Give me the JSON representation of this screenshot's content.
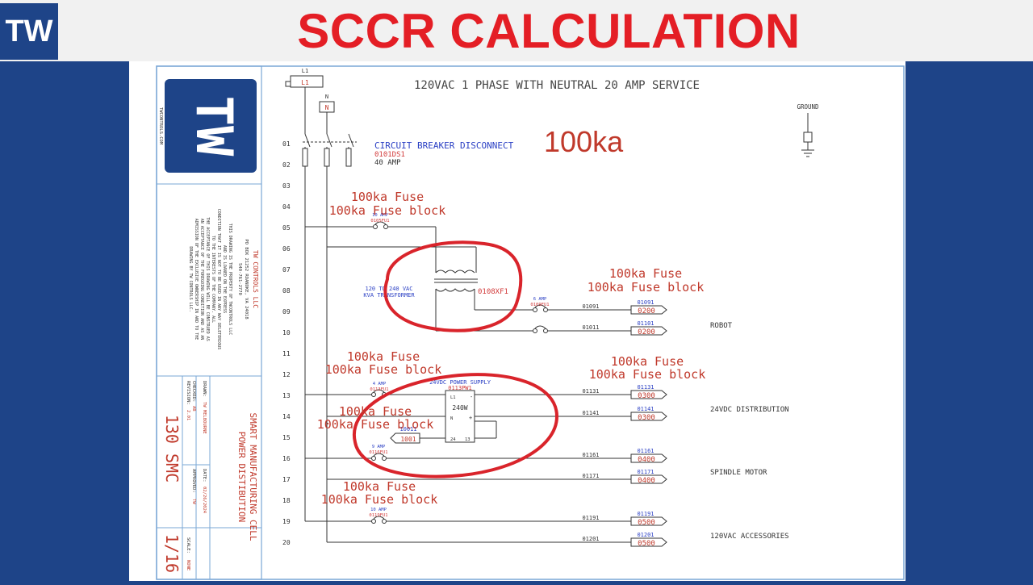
{
  "header": {
    "logo": "TW",
    "title": "SCCR CALCULATION"
  },
  "titleblock": {
    "logo_text": "TW",
    "website": "TWCONTROLS.COM",
    "company": "TW CONTROLS LLC",
    "address": "PO BOX 21252 ROANOKE, VA 24018",
    "phone": "540-761-2770",
    "disclaimer": [
      "THIS DRAWING IS THE PROPERTY OF TWCONTROLS LLC",
      "AND IS LOANED ON THE EXPRESS",
      "CONDITION THAT IT IS NOT TO BE USED IN ANY WAY DELETERIOUS",
      "TO THE INTERESTS OF THE COMPANY. ALL",
      "THE ACCEPTANCE OF THIS DRAWING WILL BE CONSTRUED AS",
      "AN ACCEPTANCE OF THE FOREGOING CONDITION AND AS AN",
      "ADMISSION OF THE EXCLUSIVE OWNERSHIP IN AND TO THE",
      "DRAWING BY TW CONTROLS LLC."
    ],
    "project_line1": "SMART MANUFACTURING CELL",
    "project_line2": "POWER DISTIBUTION",
    "drawn_label": "DRAWN:",
    "drawn_value": "TW MELBOURNE",
    "checked_label": "CHECKED:",
    "checked_value": "AB",
    "revision_label": "REVISION:",
    "revision_value": "2.01",
    "date_label": "DATE:",
    "date_value": "02/26/2024",
    "approved_label": "APPROVED:",
    "approved_value": "TW",
    "scale_label": "SCALE:",
    "scale_value": "NONE",
    "drawing_no": "130 SMC",
    "sheet_no": "1/16"
  },
  "schematic": {
    "title": "120VAC 1 PHASE WITH NEUTRAL 20 AMP SERVICE",
    "ground_label": "GROUND",
    "l1_top": "L1",
    "l1_box": "L1",
    "n_top": "N",
    "n_box": "N",
    "line_numbers": [
      "01",
      "02",
      "03",
      "04",
      "05",
      "06",
      "07",
      "08",
      "09",
      "10",
      "11",
      "12",
      "13",
      "14",
      "15",
      "16",
      "17",
      "18",
      "19",
      "20"
    ],
    "disconnect_label": "CIRCUIT BREAKER DISCONNECT",
    "disconnect_tag": "0101DS1",
    "disconnect_rating": "40 AMP",
    "disconnect_sccr": "100ka",
    "transformer_label1": "120 TO 240 VAC",
    "transformer_label2": "KVA TRANSFORMER",
    "transformer_tag": "0108XF1",
    "power_supply_label": "24VDC POWER SUPPLY",
    "power_supply_tag": "0113PW1",
    "power_supply_watts": "240W",
    "ps_l1": "L1",
    "ps_n": "N",
    "ps_24": "24",
    "ps_13": "13",
    "ps_minus": "-",
    "ps_plus": "+",
    "fuses": [
      {
        "amp": "10 AMP",
        "tag": "0105FU1"
      },
      {
        "amp": "6 AMP",
        "tag": "0109FU1"
      },
      {
        "amp": "4 AMP",
        "tag": "0113FU1"
      },
      {
        "amp": "9 AMP",
        "tag": "0116FU1"
      },
      {
        "amp": "10 AMP",
        "tag": "0119FU1"
      }
    ],
    "wires": [
      {
        "left": "01091",
        "top": "01091",
        "box": "0200"
      },
      {
        "left": "01011",
        "top": "01101",
        "box": "0200"
      },
      {
        "left": "01131",
        "top": "01131",
        "box": "0300"
      },
      {
        "left": "01141",
        "top": "01141",
        "box": "0300"
      },
      {
        "left": "01161",
        "top": "01161",
        "box": "0400"
      },
      {
        "left": "01171",
        "top": "01171",
        "box": "0400"
      },
      {
        "left": "01191",
        "top": "01191",
        "box": "0500"
      },
      {
        "left": "01201",
        "top": "01201",
        "box": "0500"
      }
    ],
    "offpage_15_top": "10011",
    "offpage_15_box": "1001",
    "load_labels": [
      "ROBOT",
      "24VDC DISTRIBUTION",
      "SPINDLE MOTOR",
      "120VAC ACCESSORIES"
    ]
  },
  "annotations": [
    {
      "line1": "100ka Fuse",
      "line2": "100ka Fuse block"
    },
    {
      "line1": "100ka Fuse",
      "line2": "100ka Fuse block"
    },
    {
      "line1": "100ka Fuse",
      "line2": "100ka Fuse block"
    },
    {
      "line1": "100ka Fuse",
      "line2": "100ka Fuse block"
    },
    {
      "line1": "100ka Fuse",
      "line2": "100ka Fuse block"
    },
    {
      "line1": "100ka Fuse",
      "line2": "100ka Fuse block"
    }
  ],
  "colors": {
    "brand_blue": "#1e4488",
    "title_red": "#e41e25",
    "annotation_red": "#c0392b",
    "circle_red": "#d9242b",
    "tag_red": "#d23a3a",
    "label_blue": "#2a3fc4",
    "border_blue": "#7aa7d6"
  }
}
